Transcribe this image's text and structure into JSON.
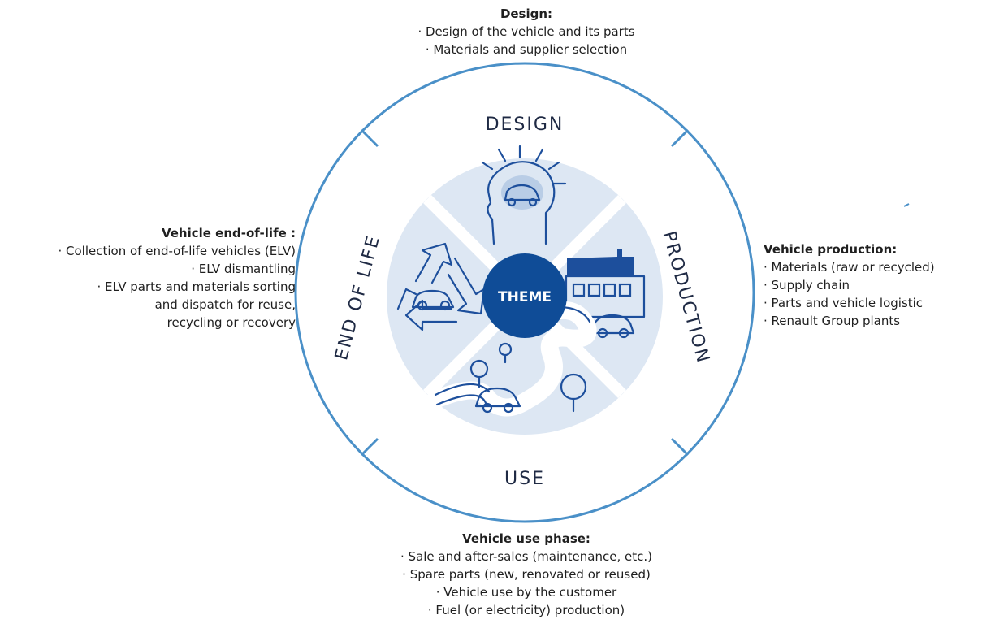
{
  "center": {
    "label": "THEME"
  },
  "stages": {
    "design": "DESIGN",
    "production": "PRODUCTION",
    "use": "USE",
    "end_of_life": "END OF LIFE"
  },
  "design_block": {
    "title": "Design:",
    "items": [
      "· Design of the vehicle and its parts",
      "· Materials and supplier selection"
    ]
  },
  "production_block": {
    "title": "Vehicle production:",
    "items": [
      "· Materials (raw or recycled)",
      "· Supply chain",
      "· Parts and vehicle logistic",
      "· Renault Group plants"
    ]
  },
  "use_block": {
    "title": "Vehicle use phase:",
    "items": [
      "· Sale and after-sales (maintenance, etc.)",
      "· Spare parts (new, renovated or reused)",
      "· Vehicle use by the customer",
      "· Fuel (or electricity) production)"
    ]
  },
  "eol_block": {
    "title": "Vehicle end-of-life :",
    "items": [
      "· Collection of end-of-life vehicles (ELV)",
      "· ELV dismantling ",
      "· ELV parts and materials sorting",
      "and dispatch for reuse,",
      "recycling or recovery"
    ]
  },
  "colors": {
    "ring": "#4a90c8",
    "quadrant": "#dde7f3",
    "center": "#0f4c97",
    "icon": "#1d4f9c"
  },
  "icons": [
    "head-with-car-icon",
    "factory-icon",
    "road-with-car-icon",
    "recycle-icon"
  ]
}
